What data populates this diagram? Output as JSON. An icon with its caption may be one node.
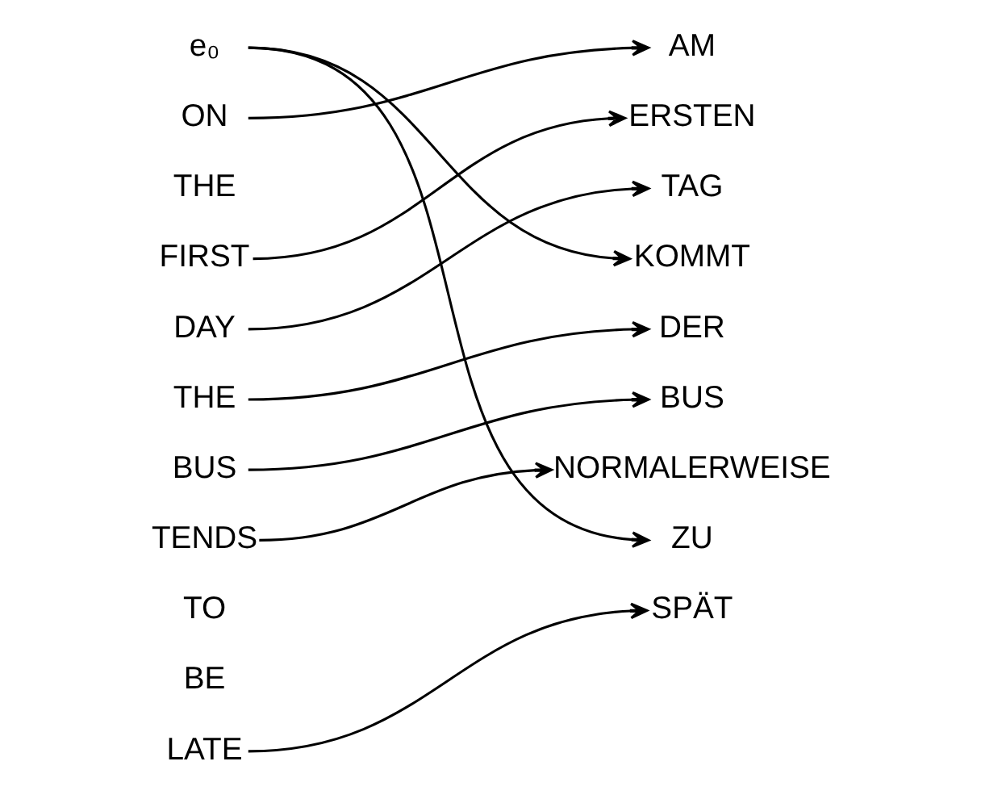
{
  "diagram": {
    "nodes": [
      {
        "text": [
          "e₀"
        ]
      },
      {
        "text": [
          "ON"
        ]
      },
      {
        "text": [
          "THE"
        ]
      },
      {
        "text": [
          "FIRST"
        ]
      },
      {
        "text": [
          "DAY"
        ]
      },
      {
        "text": [
          "THE"
        ]
      },
      {
        "text": [
          "BUS"
        ]
      },
      {
        "text": [
          "TENDS"
        ]
      },
      {
        "text": [
          "TO"
        ]
      },
      {
        "text": [
          "BE"
        ]
      },
      {
        "text": [
          "LATE"
        ]
      },
      {
        "text": [
          "AM"
        ]
      },
      {
        "text": [
          "ERSTEN"
        ]
      },
      {
        "text": [
          "TAG"
        ]
      },
      {
        "text": [
          "KOMMT"
        ]
      },
      {
        "text": [
          "DER"
        ]
      },
      {
        "text": [
          "BUS"
        ]
      },
      {
        "text": [
          "NORMALERWEISE"
        ]
      },
      {
        "text": [
          "ZU"
        ]
      },
      {
        "text": [
          "SPÄT"
        ]
      }
    ],
    "edges": [
      {
        "from": 0,
        "to": 14,
        "arrow": "to"
      },
      {
        "from": 0,
        "to": 18,
        "arrow": "to"
      },
      {
        "from": 1,
        "to": 11,
        "arrow": "to"
      },
      {
        "from": 3,
        "to": 12,
        "arrow": "to"
      },
      {
        "from": 4,
        "to": 13,
        "arrow": "to"
      },
      {
        "from": 5,
        "to": 15,
        "arrow": "to"
      },
      {
        "from": 6,
        "to": 16,
        "arrow": "to"
      },
      {
        "from": 7,
        "to": 17,
        "arrow": "to"
      },
      {
        "from": 10,
        "to": 19,
        "arrow": "to"
      }
    ]
  }
}
